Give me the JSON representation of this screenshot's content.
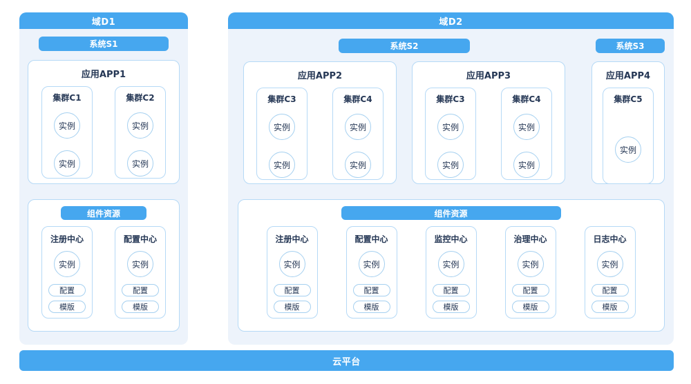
{
  "colors": {
    "accent": "#46A7EF",
    "panel_bg": "#EDF3FB",
    "card_border": "#B5D9F6",
    "circle_border": "#A5D0F0",
    "text": "#253755"
  },
  "platform": {
    "label": "云平台"
  },
  "d1": {
    "title": "域D1",
    "system_badge": "系统S1",
    "app": {
      "title": "应用APP1",
      "clusters": [
        {
          "title": "集群C1",
          "instances": [
            "实例",
            "实例"
          ]
        },
        {
          "title": "集群C2",
          "instances": [
            "实例",
            "实例"
          ]
        }
      ]
    },
    "resources": {
      "badge": "组件资源",
      "centers": [
        {
          "title": "注册中心",
          "instance": "实例",
          "pills": [
            "配置",
            "模版"
          ]
        },
        {
          "title": "配置中心",
          "instance": "实例",
          "pills": [
            "配置",
            "模版"
          ]
        }
      ]
    }
  },
  "d2": {
    "title": "域D2",
    "system_badges": [
      "系统S2",
      "系统S3"
    ],
    "apps": [
      {
        "title": "应用APP2",
        "clusters": [
          {
            "title": "集群C3",
            "instances": [
              "实例",
              "实例"
            ]
          },
          {
            "title": "集群C4",
            "instances": [
              "实例",
              "实例"
            ]
          }
        ]
      },
      {
        "title": "应用APP3",
        "clusters": [
          {
            "title": "集群C3",
            "instances": [
              "实例",
              "实例"
            ]
          },
          {
            "title": "集群C4",
            "instances": [
              "实例",
              "实例"
            ]
          }
        ]
      },
      {
        "title": "应用APP4",
        "clusters": [
          {
            "title": "集群C5",
            "instances": [
              "实例"
            ]
          }
        ]
      }
    ],
    "resources": {
      "badge": "组件资源",
      "centers": [
        {
          "title": "注册中心",
          "instance": "实例",
          "pills": [
            "配置",
            "模版"
          ]
        },
        {
          "title": "配置中心",
          "instance": "实例",
          "pills": [
            "配置",
            "模版"
          ]
        },
        {
          "title": "监控中心",
          "instance": "实例",
          "pills": [
            "配置",
            "模版"
          ]
        },
        {
          "title": "治理中心",
          "instance": "实例",
          "pills": [
            "配置",
            "模版"
          ]
        },
        {
          "title": "日志中心",
          "instance": "实例",
          "pills": [
            "配置",
            "模版"
          ]
        }
      ]
    }
  }
}
